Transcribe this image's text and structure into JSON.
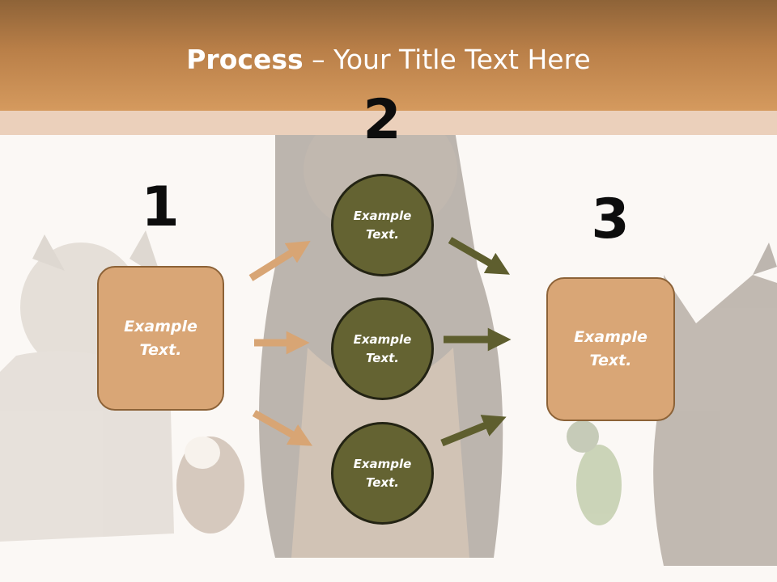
{
  "slide": {
    "title_bold": "Process",
    "title_rest": " – Your Title Text Here"
  },
  "steps": {
    "n1": "1",
    "n2": "2",
    "n3": "3"
  },
  "shapes": {
    "box_left": "Example\nText.",
    "circle_top": "Example\nText.",
    "circle_mid": "Example\nText.",
    "circle_bottom": "Example\nText.",
    "box_right": "Example\nText."
  },
  "colors": {
    "header": "#c98a50",
    "stripe": "#ebd0bb",
    "box_fill": "#d9a676",
    "box_border": "#8c6237",
    "circle_fill": "#646332",
    "arrow_left": "#d8a574",
    "arrow_right": "#5e5e2e"
  }
}
